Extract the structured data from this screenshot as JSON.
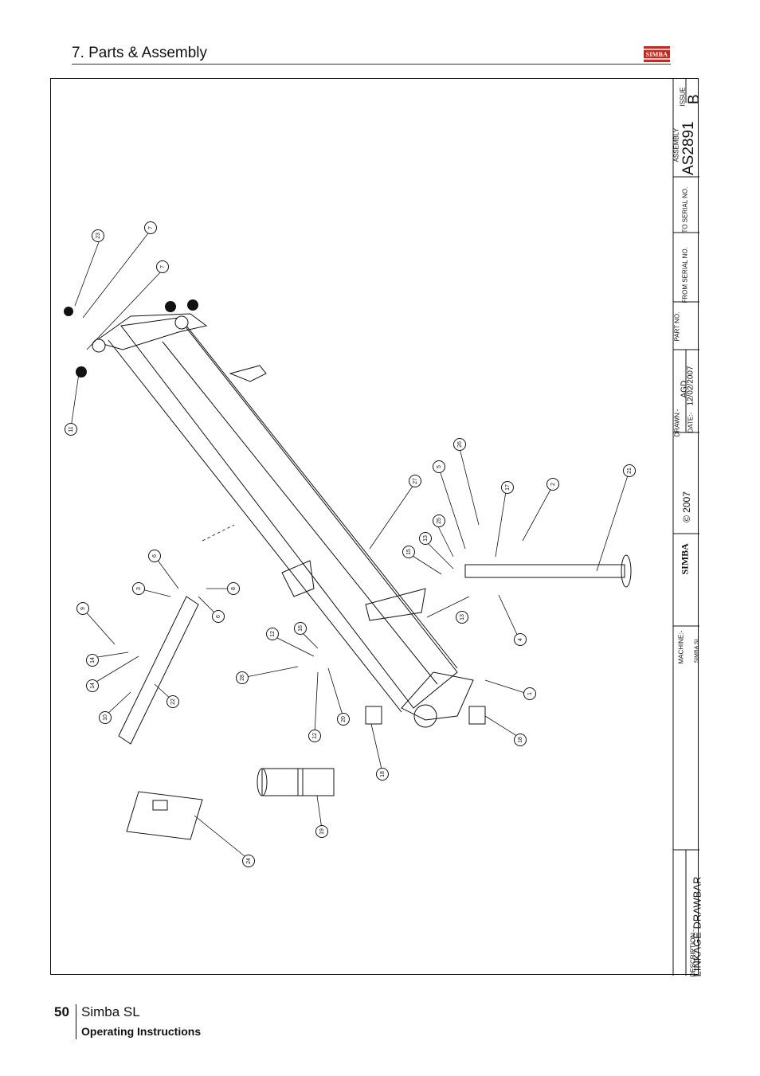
{
  "header": {
    "title": "7. Parts & Assembly",
    "logo_text": "SIMBA"
  },
  "title_block": {
    "description_label": "DESCRIPTION:-",
    "description": "LINKAGE DRAWBAR",
    "machine_label": "MACHINE:-",
    "machine": "SIMBA SL",
    "logo_text": "SIMBA",
    "copyright": "© 2007",
    "drawn_label": "DRAWN:-",
    "drawn_by": "AGD",
    "date_label": "DATE:-",
    "date": "12/02/2007",
    "part_no_label": "PART NO.",
    "from_serial_label": "FROM SERIAL NO.",
    "to_serial_label": "TO SERIAL NO.",
    "assembly_label": "ASSEMBLY",
    "assembly": "AS2891",
    "issue_label": "ISSUE",
    "issue": "B"
  },
  "balloons": [
    "23",
    "7",
    "7",
    "11",
    "27",
    "26",
    "5",
    "17",
    "2",
    "21",
    "25",
    "13",
    "15",
    "13",
    "4",
    "1",
    "18",
    "6",
    "3",
    "8",
    "6",
    "9",
    "14",
    "14",
    "10",
    "22",
    "12",
    "16",
    "28",
    "12",
    "20",
    "18",
    "19",
    "24"
  ],
  "footer": {
    "page_number": "50",
    "model": "Simba SL",
    "subtitle": "Operating Instructions"
  },
  "colors": {
    "ink": "#111111",
    "logo_red": "#c8281e"
  }
}
